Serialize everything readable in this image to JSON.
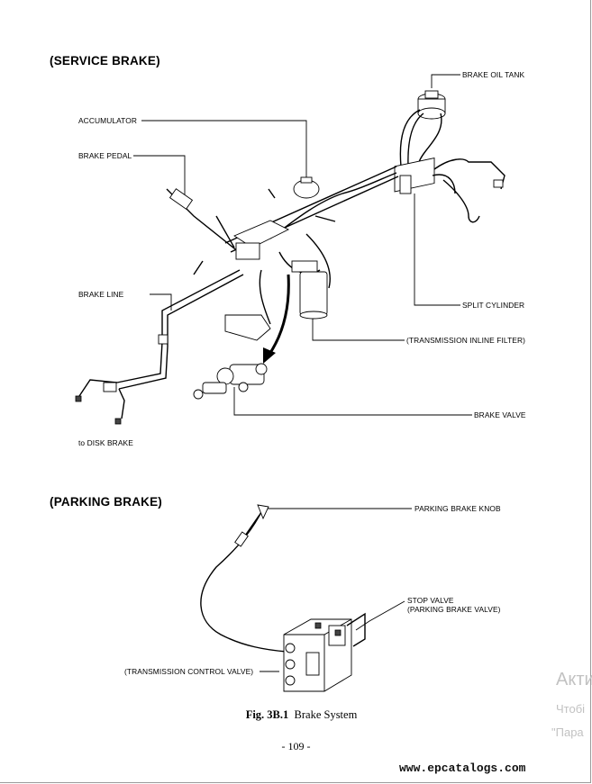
{
  "sections": {
    "service_brake_title": "(SERVICE BRAKE)",
    "parking_brake_title": "(PARKING BRAKE)"
  },
  "service_labels": {
    "brake_oil_tank": "BRAKE OIL TANK",
    "accumulator": "ACCUMULATOR",
    "brake_pedal": "BRAKE PEDAL",
    "brake_line": "BRAKE LINE",
    "split_cylinder": "SPLIT CYLINDER",
    "transmission_inline_filter": "(TRANSMISSION INLINE FILTER)",
    "brake_valve": "BRAKE VALVE",
    "to_disk_brake": "to DISK BRAKE"
  },
  "parking_labels": {
    "parking_brake_knob": "PARKING BRAKE KNOB",
    "stop_valve": "STOP VALVE",
    "parking_brake_valve": "(PARKING BRAKE VALVE)",
    "transmission_control_valve": "(TRANSMISSION CONTROL VALVE)"
  },
  "caption": {
    "fig_number": "Fig. 3B.1",
    "fig_title": "Brake System"
  },
  "page_number": "- 109 -",
  "watermark": "www.epcatalogs.com",
  "overlay": {
    "line1": "Акти",
    "line2": "Чтобі",
    "line3": "\"Пара"
  }
}
